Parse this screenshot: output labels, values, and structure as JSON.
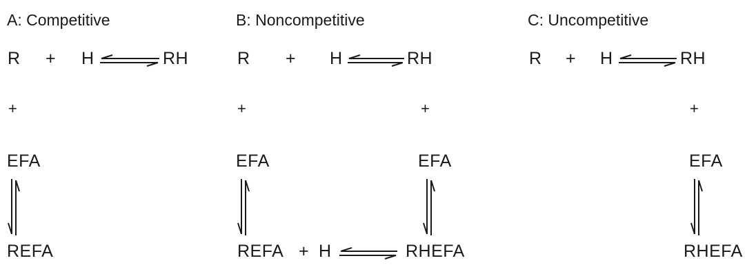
{
  "panel_a": {
    "title": "A: Competitive",
    "reaction_top": {
      "left1": "R",
      "op": "+",
      "left2": "H",
      "right": "RH"
    },
    "plus": "+",
    "species_top": "EFA",
    "species_bottom": "REFA"
  },
  "panel_b": {
    "title": "B: Noncompetitive",
    "reaction_top": {
      "left1": "R",
      "op": "+",
      "left2": "H",
      "right": "RH"
    },
    "plus_left": "+",
    "plus_right": "+",
    "species_left": "EFA",
    "species_right": "EFA",
    "reaction_bottom": {
      "left1": "REFA",
      "op": "+",
      "left2": "H",
      "right": "RHEFA"
    }
  },
  "panel_c": {
    "title": "C: Uncompetitive",
    "reaction_top": {
      "left1": "R",
      "op": "+",
      "left2": "H",
      "right": "RH"
    },
    "plus": "+",
    "species_top": "EFA",
    "species_bottom": "RHEFA"
  }
}
